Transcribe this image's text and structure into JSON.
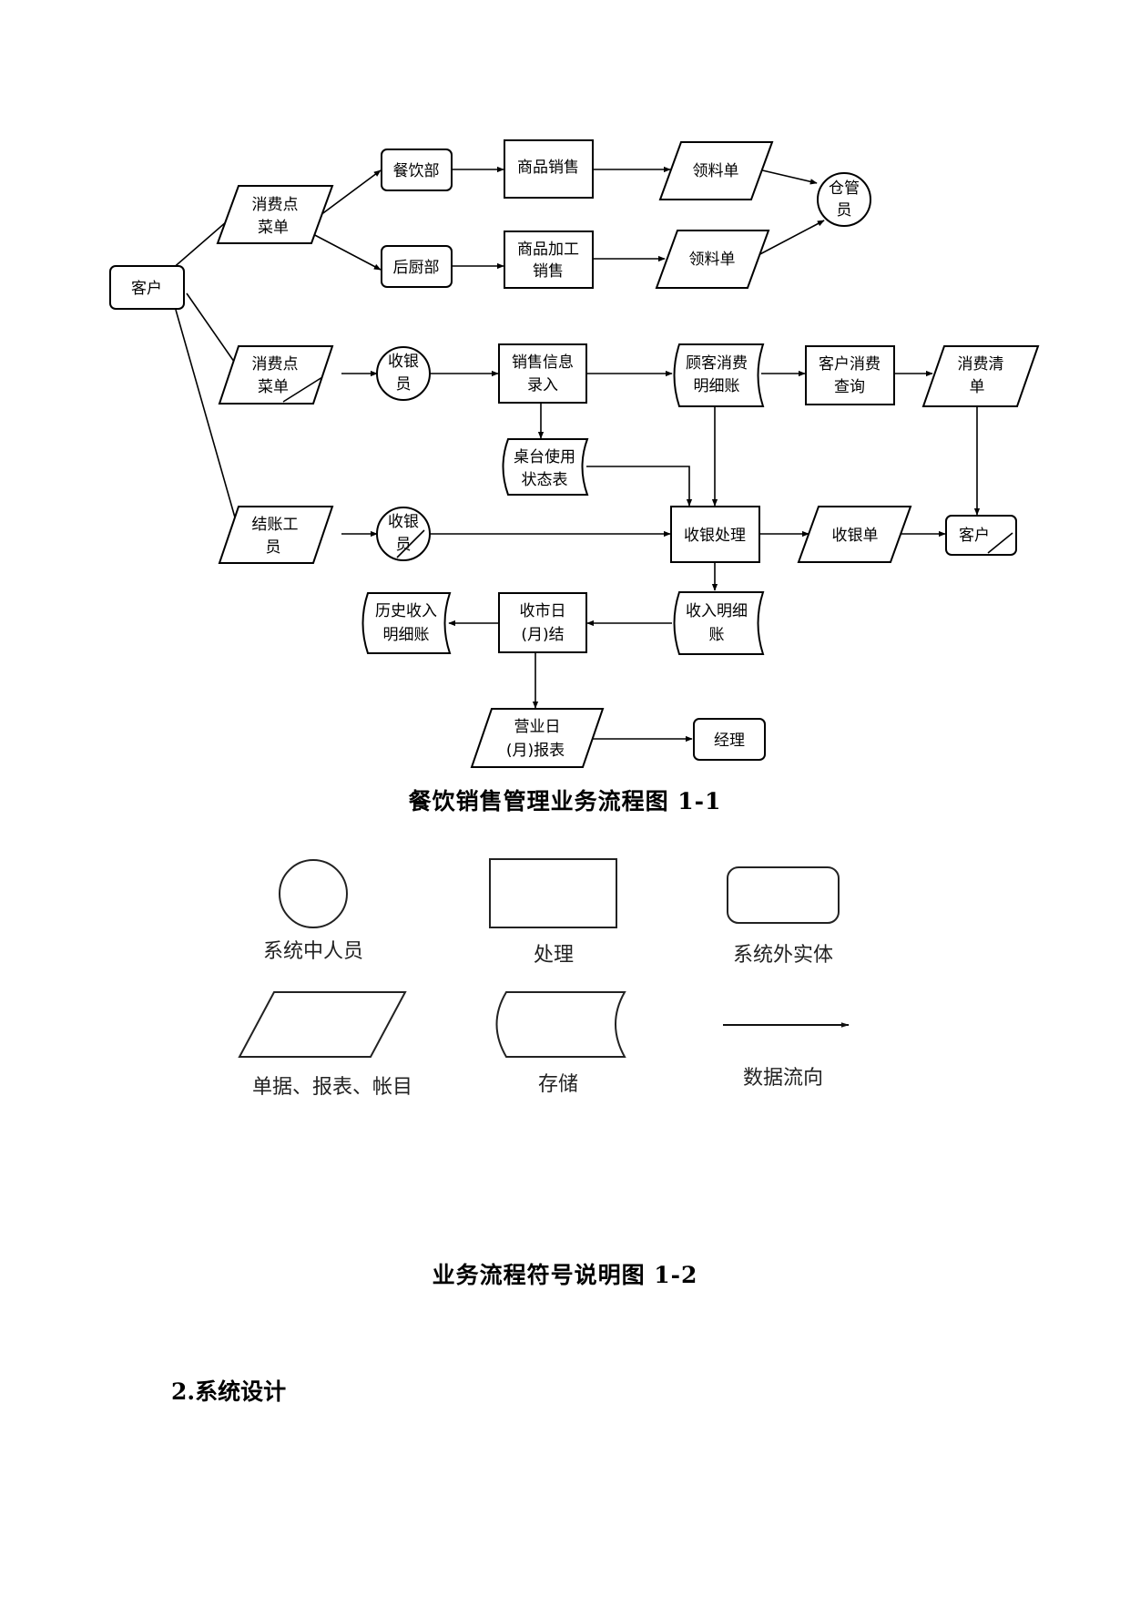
{
  "nodes": {
    "customer_main": "客户",
    "order_a": [
      "消费点",
      "菜单"
    ],
    "catering_dept": "餐饮部",
    "kitchen_dept": "后厨部",
    "goods_sale": "商品销售",
    "goods_process": [
      "商品加工",
      "销售"
    ],
    "material_a": "领料单",
    "material_b": "领料单",
    "warehouse": [
      "仓管",
      "员"
    ],
    "order_b": [
      "消费点",
      "菜单"
    ],
    "cashier_a": [
      "收银",
      "员"
    ],
    "sales_entry": [
      "销售信息",
      "录入"
    ],
    "table_status": [
      "桌台使用",
      "状态表"
    ],
    "consume_detail": [
      "顾客消费",
      "明细账"
    ],
    "customer_query": [
      "客户消费",
      "查询"
    ],
    "consume_bill": [
      "消费清",
      "单"
    ],
    "checkout_staff": [
      "结账工",
      "员"
    ],
    "cashier_b": [
      "收银",
      "员"
    ],
    "cashier_process": "收银处理",
    "cash_bill": "收银单",
    "customer_end": "客户",
    "income_detail": [
      "收入明细",
      "账"
    ],
    "daily_settle": [
      "收市日",
      "(月)结"
    ],
    "history_income": [
      "历史收入",
      "明细账"
    ],
    "business_report": [
      "营业日",
      "(月)报表"
    ],
    "manager": "经理"
  },
  "caption1": "餐饮销售管理业务流程图 1-1",
  "legend": {
    "person": "系统中人员",
    "process": "处理",
    "external": "系统外实体",
    "document": "单据、报表、帐目",
    "storage": "存储",
    "dataflow": "数据流向"
  },
  "caption2": "业务流程符号说明图 1-2",
  "section_heading": "2.系统设计"
}
